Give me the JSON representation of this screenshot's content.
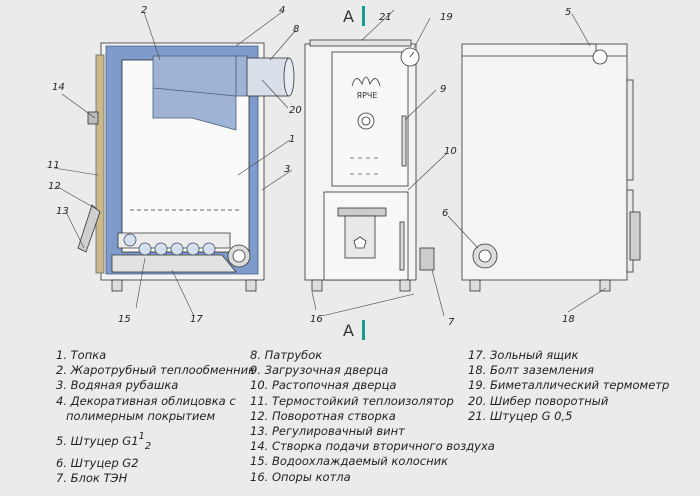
{
  "section_label": "A",
  "legend": [
    {
      "n": "1",
      "text": "Топка"
    },
    {
      "n": "2",
      "text": "Жаротрубный теплообменник"
    },
    {
      "n": "3",
      "text": "Водяная рубашка"
    },
    {
      "n": "4",
      "text": "Декоративная облицовка с"
    },
    {
      "n": "",
      "text": "полимерным покрытием"
    },
    {
      "n": "5",
      "text": "Штуцер G1",
      "frac_top": "1",
      "frac_bottom": "2"
    },
    {
      "n": "6",
      "text": "Штуцер G2"
    },
    {
      "n": "7",
      "text": "Блок ТЭН"
    },
    {
      "n": "8",
      "text": "Патрубок"
    },
    {
      "n": "9",
      "text": "Загрузочная дверца"
    },
    {
      "n": "10",
      "text": "Растопочная дверца"
    },
    {
      "n": "11",
      "text": "Термостойкий теплоизолятор"
    },
    {
      "n": "12",
      "text": "Поворотная створка"
    },
    {
      "n": "13",
      "text": "Регулировачный винт"
    },
    {
      "n": "14",
      "text": "Створка подачи вторичного воздуха"
    },
    {
      "n": "15",
      "text": "Водоохлаждаемый колосник"
    },
    {
      "n": "16",
      "text": "Опоры котла"
    },
    {
      "n": "17",
      "text": "Зольный ящик"
    },
    {
      "n": "18",
      "text": "Болт заземления"
    },
    {
      "n": "19",
      "text": "Биметаллический термометр"
    },
    {
      "n": "20",
      "text": "Шибер поворотный"
    },
    {
      "n": "21",
      "text": "Штуцер G 0,5"
    }
  ],
  "brand": "ЯРЧЕ",
  "callouts": [
    "1",
    "2",
    "3",
    "4",
    "5",
    "6",
    "7",
    "8",
    "9",
    "10",
    "11",
    "12",
    "13",
    "14",
    "15",
    "16",
    "17",
    "18",
    "19",
    "20",
    "21"
  ],
  "colors": {
    "insulation": "#6b8fc4",
    "panel": "#9aaed0",
    "line": "#333333",
    "accent": "#1a9a8c",
    "background": "#ebebeb"
  }
}
